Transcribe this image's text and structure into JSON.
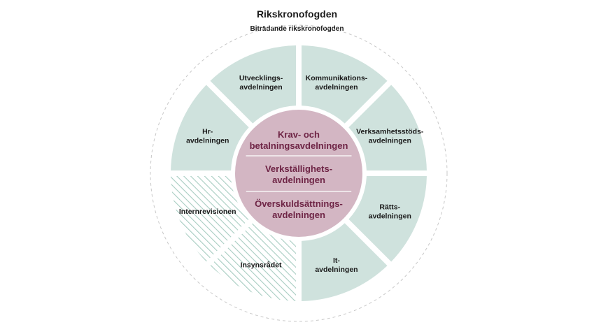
{
  "header": {
    "title": "Rikskronofogden",
    "subtitle": "Biträdande rikskronofogden"
  },
  "colors": {
    "segment_fill": "#cfe2dd",
    "hatch_stroke": "#9fc7bb",
    "core_fill": "#d3b6c3",
    "core_text": "#6e2445",
    "outer_ring": "#c8c8c8"
  },
  "segments": [
    {
      "id": "kommunikation",
      "lines": [
        "Kommunikations-",
        "avdelningen"
      ],
      "style": "solid"
    },
    {
      "id": "verksamhetsstod",
      "lines": [
        "Verksamhetsstöds-",
        "avdelningen"
      ],
      "style": "solid"
    },
    {
      "id": "ratts",
      "lines": [
        "Rätts-",
        "avdelningen"
      ],
      "style": "solid"
    },
    {
      "id": "it",
      "lines": [
        "It-",
        "avdelningen"
      ],
      "style": "solid"
    },
    {
      "id": "insynsradet",
      "lines": [
        "Insynsrådet"
      ],
      "style": "hatched"
    },
    {
      "id": "internrevisionen",
      "lines": [
        "Internrevisionen"
      ],
      "style": "hatched"
    },
    {
      "id": "hr",
      "lines": [
        "Hr-",
        "avdelningen"
      ],
      "style": "solid"
    },
    {
      "id": "utvecklings",
      "lines": [
        "Utvecklings-",
        "avdelningen"
      ],
      "style": "solid"
    }
  ],
  "core": [
    {
      "id": "krav",
      "lines": [
        "Krav- och",
        "betalningsavdelningen"
      ]
    },
    {
      "id": "verkstallighet",
      "lines": [
        "Verkställighets-",
        "avdelningen"
      ]
    },
    {
      "id": "overskuld",
      "lines": [
        "Överskuldsättnings-",
        "avdelningen"
      ]
    }
  ]
}
